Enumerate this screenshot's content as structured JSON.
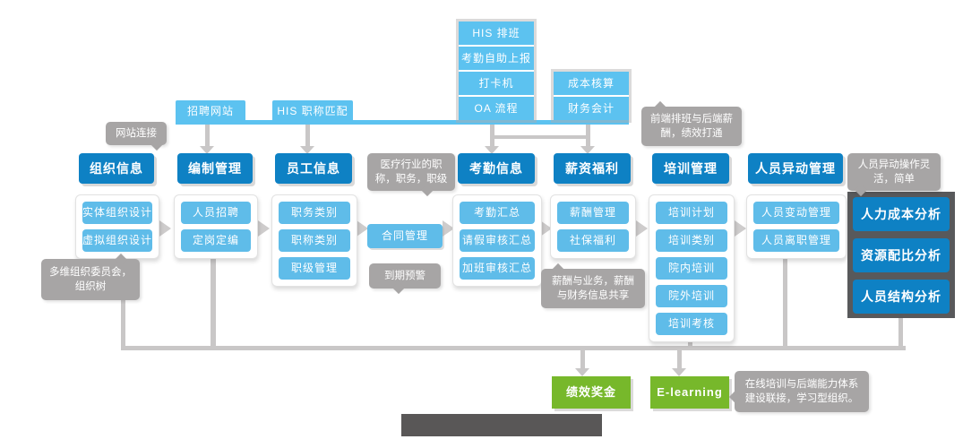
{
  "top": {
    "recruit_site": "招聘网站",
    "his_title_match": "HIS 职称匹配",
    "stack1": [
      "HIS 排班",
      "考勤自助上报",
      "打卡机",
      "OA 流程"
    ],
    "stack2": [
      "成本核算",
      "财务会计"
    ]
  },
  "groups": [
    {
      "title": "组织信息",
      "items": [
        "实体组织设计",
        "虚拟组织设计"
      ]
    },
    {
      "title": "编制管理",
      "items": [
        "人员招聘",
        "定岗定编"
      ]
    },
    {
      "title": "员工信息",
      "items": [
        "职务类别",
        "职称类别",
        "职级管理"
      ]
    },
    {
      "title": "考勤信息",
      "items": [
        "考勤汇总",
        "请假审核汇总",
        "加班审核汇总"
      ]
    },
    {
      "title": "薪资福利",
      "items": [
        "薪酬管理",
        "社保福利"
      ]
    },
    {
      "title": "培训管理",
      "items": [
        "培训计划",
        "培训类别",
        "院内培训",
        "院外培训",
        "培训考核"
      ]
    },
    {
      "title": "人员异动管理",
      "items": [
        "人员变动管理",
        "人员离职管理"
      ]
    }
  ],
  "contract": {
    "label": "合同管理"
  },
  "analysis": {
    "items": [
      "人力成本分析",
      "资源配比分析",
      "人员结构分析"
    ]
  },
  "green_boxes": [
    {
      "label": "绩效奖金"
    },
    {
      "label": "E-learning"
    }
  ],
  "callouts": [
    {
      "id": "web-link",
      "text": "网站连接"
    },
    {
      "id": "medical-title",
      "text": "医疗行业的职称，职务，职级"
    },
    {
      "id": "front-schedule",
      "text": "前端排班与后端薪酬，绩效打通"
    },
    {
      "id": "transfer-flexible",
      "text": "人员异动操作灵活，简单"
    },
    {
      "id": "multi-org",
      "text": "多维组织委员会，组织树"
    },
    {
      "id": "expiry-warning",
      "text": "到期预警"
    },
    {
      "id": "salary-share",
      "text": "薪酬与业务，薪酬与财务信息共享"
    },
    {
      "id": "online-training",
      "text": "在线培训与后端能力体系建设联接，学习型组织。"
    }
  ],
  "colors": {
    "header_blue": "#0e81c4",
    "sub_blue": "#5fbce9",
    "top_blue": "#5cc2f0",
    "green": "#77b82b",
    "connector_gray": "#c9c7c7",
    "callout_gray": "#a7a5a5",
    "panel_dark_gray": "#58595b"
  }
}
